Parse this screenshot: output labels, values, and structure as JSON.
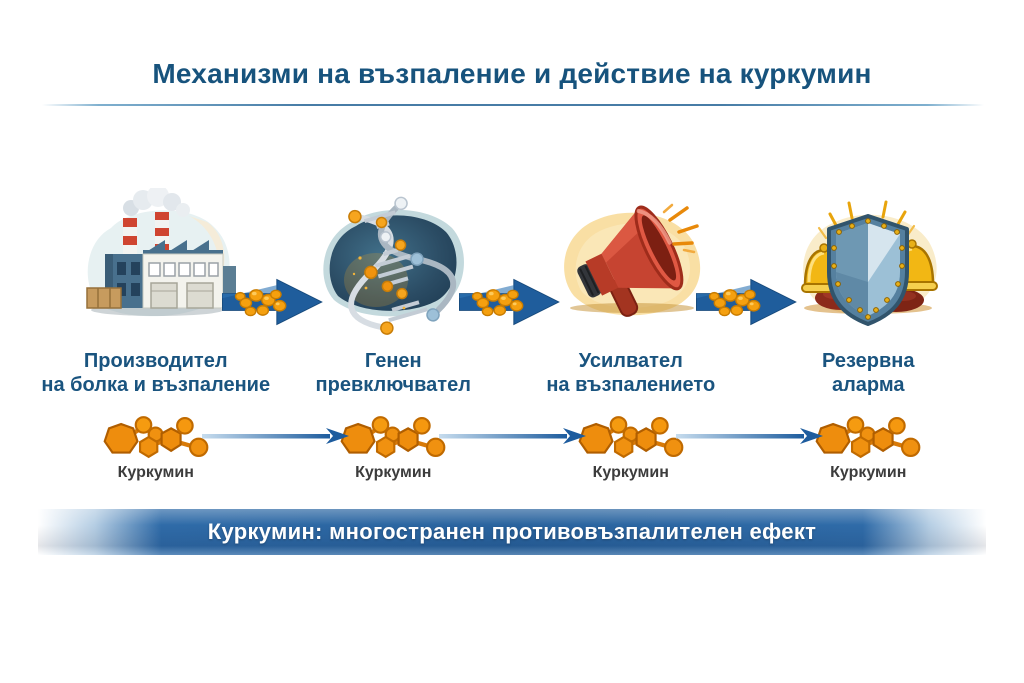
{
  "title": "Механизми на възпаление и действие на куркумин",
  "stages": [
    {
      "icon": "factory-icon",
      "label_line1": "Производител",
      "label_line2": "на болка и възпаление"
    },
    {
      "icon": "dna-gene-switch-icon",
      "label_line1": "Генен",
      "label_line2": "превключвател"
    },
    {
      "icon": "megaphone-icon",
      "label_line1": "Усилвател",
      "label_line2": "на възпалението"
    },
    {
      "icon": "shield-alarm-icon",
      "label_line1": "Резервна",
      "label_line2": "аларма"
    }
  ],
  "flow": {
    "arrow_icon": "flow-arrow-icon",
    "particles_icon": "curcumin-particles-icon"
  },
  "molecules": [
    {
      "icon": "curcumin-molecule-icon",
      "label": "Куркумин"
    },
    {
      "icon": "curcumin-molecule-icon",
      "label": "Куркумин"
    },
    {
      "icon": "curcumin-molecule-icon",
      "label": "Куркумин"
    },
    {
      "icon": "curcumin-molecule-icon",
      "label": "Куркумин"
    }
  ],
  "banner": {
    "text": "Куркумин: многостранен противовъзпалителен ефект"
  },
  "colors": {
    "title_text": "#17537d",
    "stage_label_text": "#1a547f",
    "molecule_label_text": "#3c3c3c",
    "banner_background": "#2f6ba8",
    "banner_text": "#ffffff",
    "arrow_blue": "#1f5d9c",
    "curcumin_orange": "#f0940f",
    "background": "#ffffff"
  }
}
